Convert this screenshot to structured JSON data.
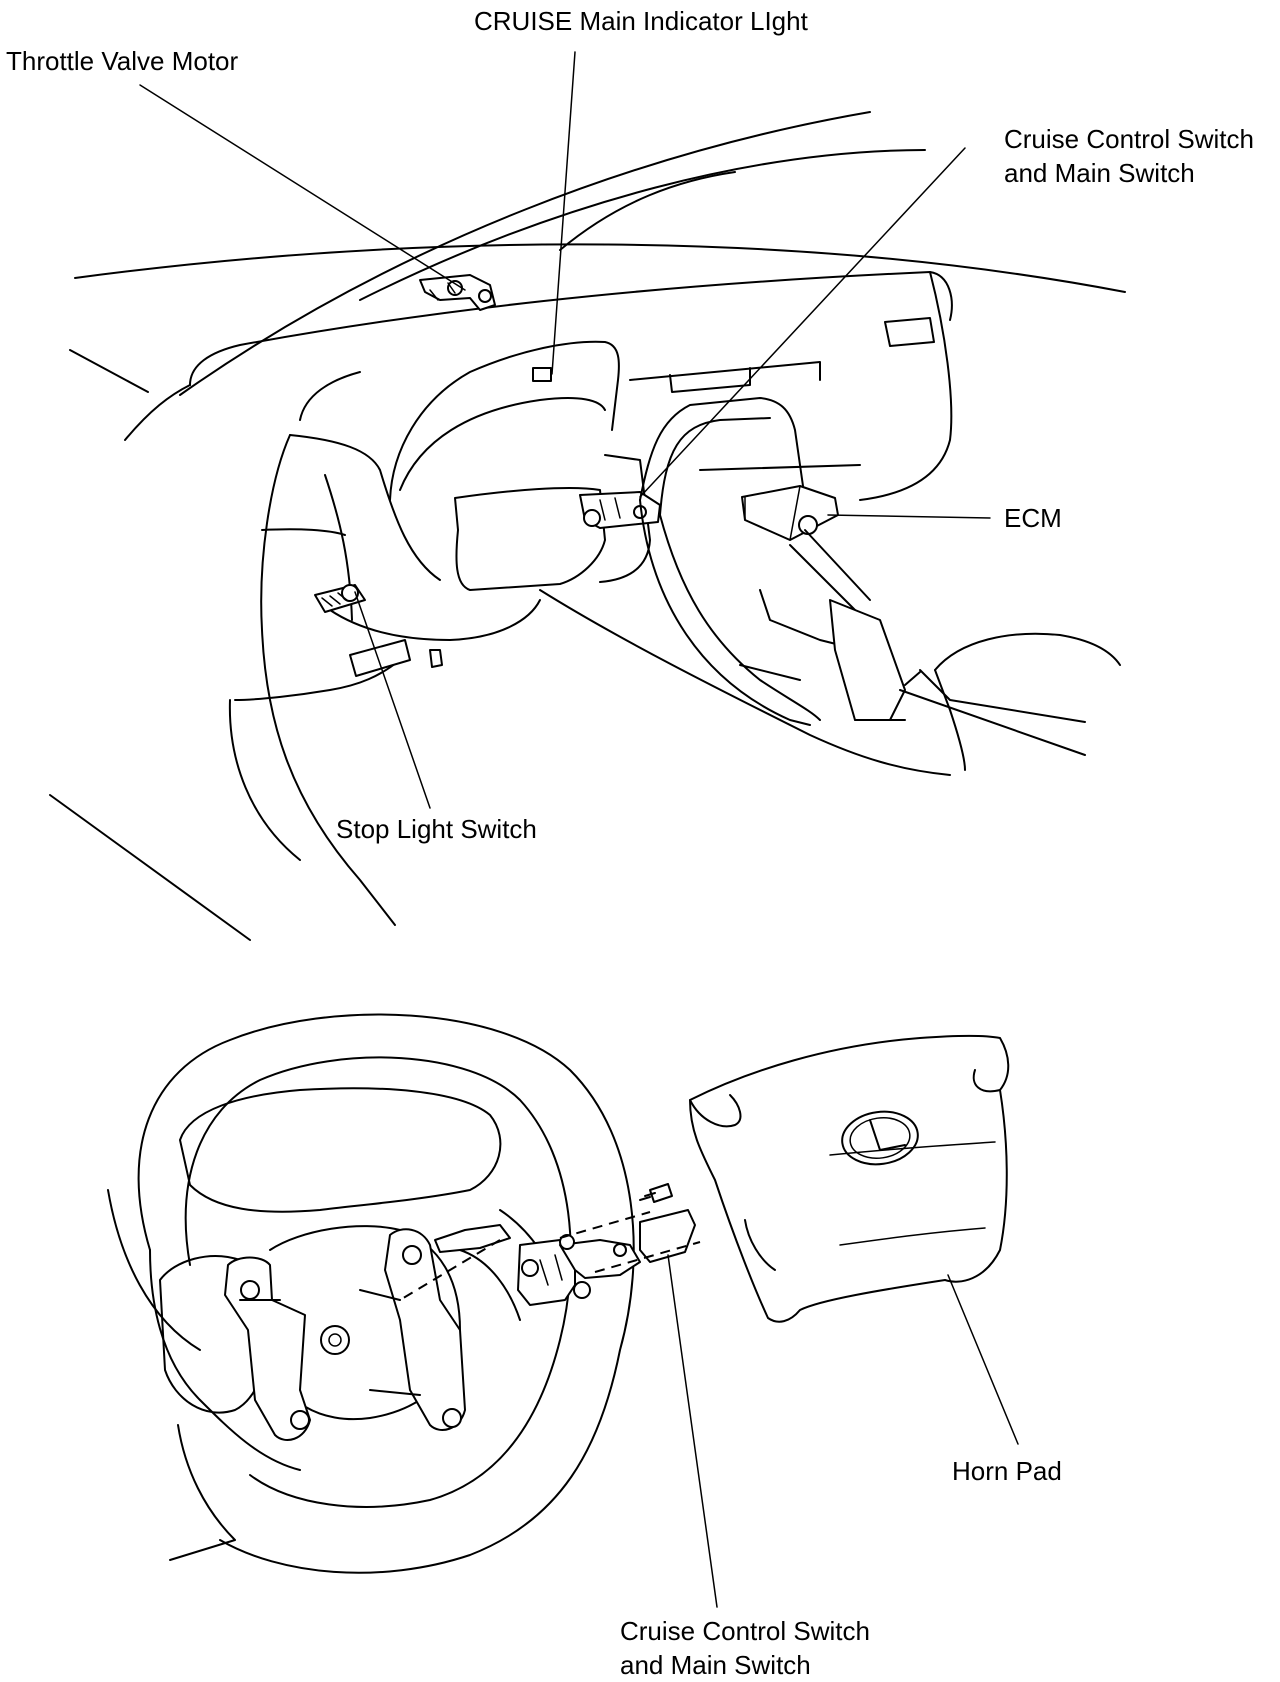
{
  "labels": {
    "throttle_valve_motor": "Throttle Valve Motor",
    "cruise_main_indicator_light": "CRUISE Main Indicator LIght",
    "cruise_control_switch_top": [
      "Cruise Control Switch",
      "and Main Switch"
    ],
    "ecm": "ECM",
    "stop_light_switch": "Stop Light Switch",
    "horn_pad": "Horn Pad",
    "cruise_control_switch_bottom": [
      "Cruise Control Switch",
      "and Main Switch"
    ]
  },
  "colors": {
    "ink": "#000000",
    "background": "#ffffff"
  }
}
